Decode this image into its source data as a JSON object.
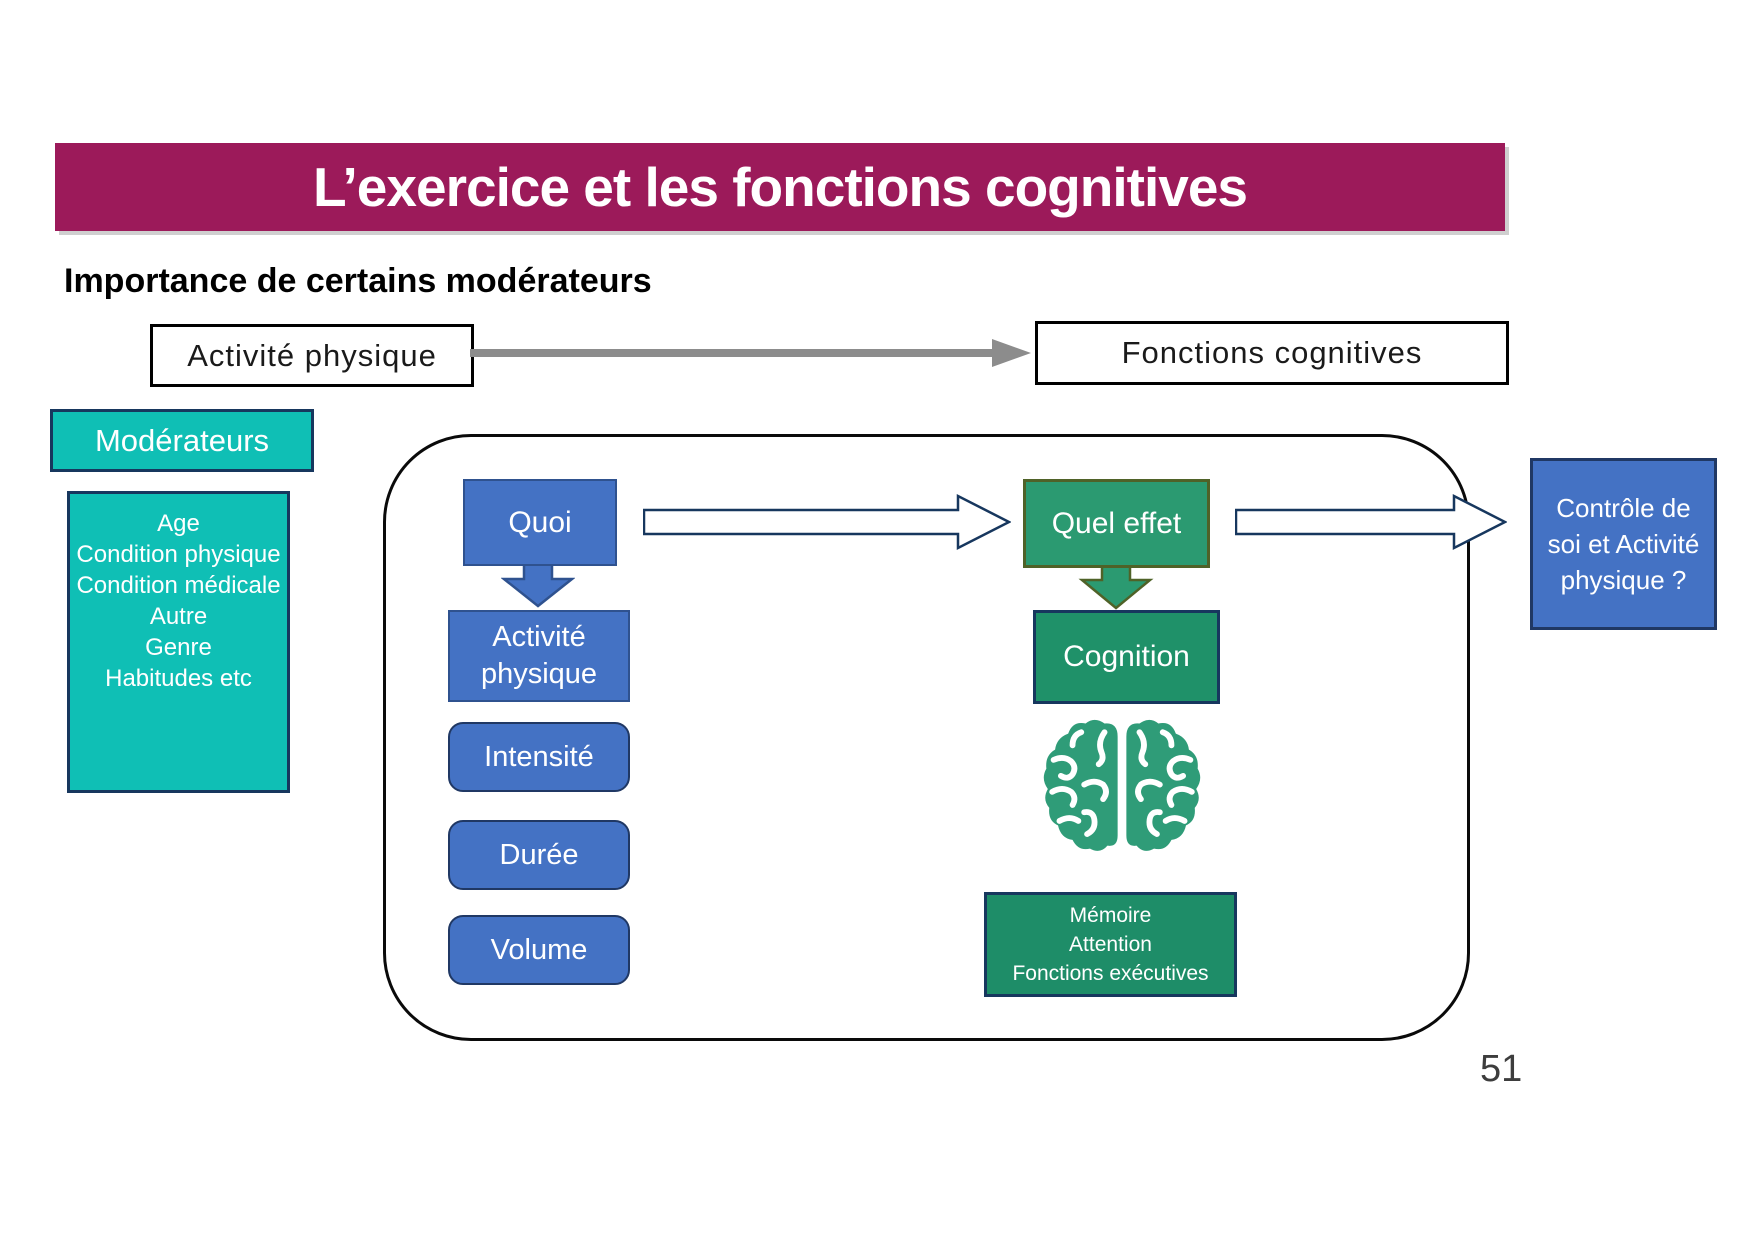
{
  "slide": {
    "title": "L’exercice et les fonctions cognitives",
    "subtitle": "Importance de certains modérateurs",
    "page_number": "51"
  },
  "top_flow": {
    "left_box": "Activité physique",
    "right_box": "Fonctions cognitives"
  },
  "moderators": {
    "header": "Modérateurs",
    "items": [
      "Age",
      "Condition physique",
      "Condition médicale",
      "Autre",
      "Genre",
      "Habitudes etc"
    ]
  },
  "what_column": {
    "header": "Quoi",
    "target": "Activité physique",
    "factors": [
      "Intensité",
      "Durée",
      "Volume"
    ]
  },
  "effect_column": {
    "header": "Quel effet",
    "target": "Cognition",
    "outcomes": [
      "Mémoire",
      "Attention",
      "Fonctions exécutives"
    ]
  },
  "outcome_box": "Contrôle de soi et Activité physique ?",
  "icons": {
    "brain": "brain-icon"
  },
  "colors": {
    "banner_magenta": "#9C1A5A",
    "teal": "#0FBFB5",
    "teal_border": "#17375E",
    "blue": "#4472C4",
    "blue_border": "#2F528F",
    "green_quel_effet": "#2B9A71",
    "green_border_olive": "#4F6228",
    "green_cognition": "#1F9169",
    "green_outcomes": "#1E8D68",
    "navy_border": "#203864",
    "gray_arrow": "#8C8C8C",
    "brain_green": "#2F9C78"
  }
}
